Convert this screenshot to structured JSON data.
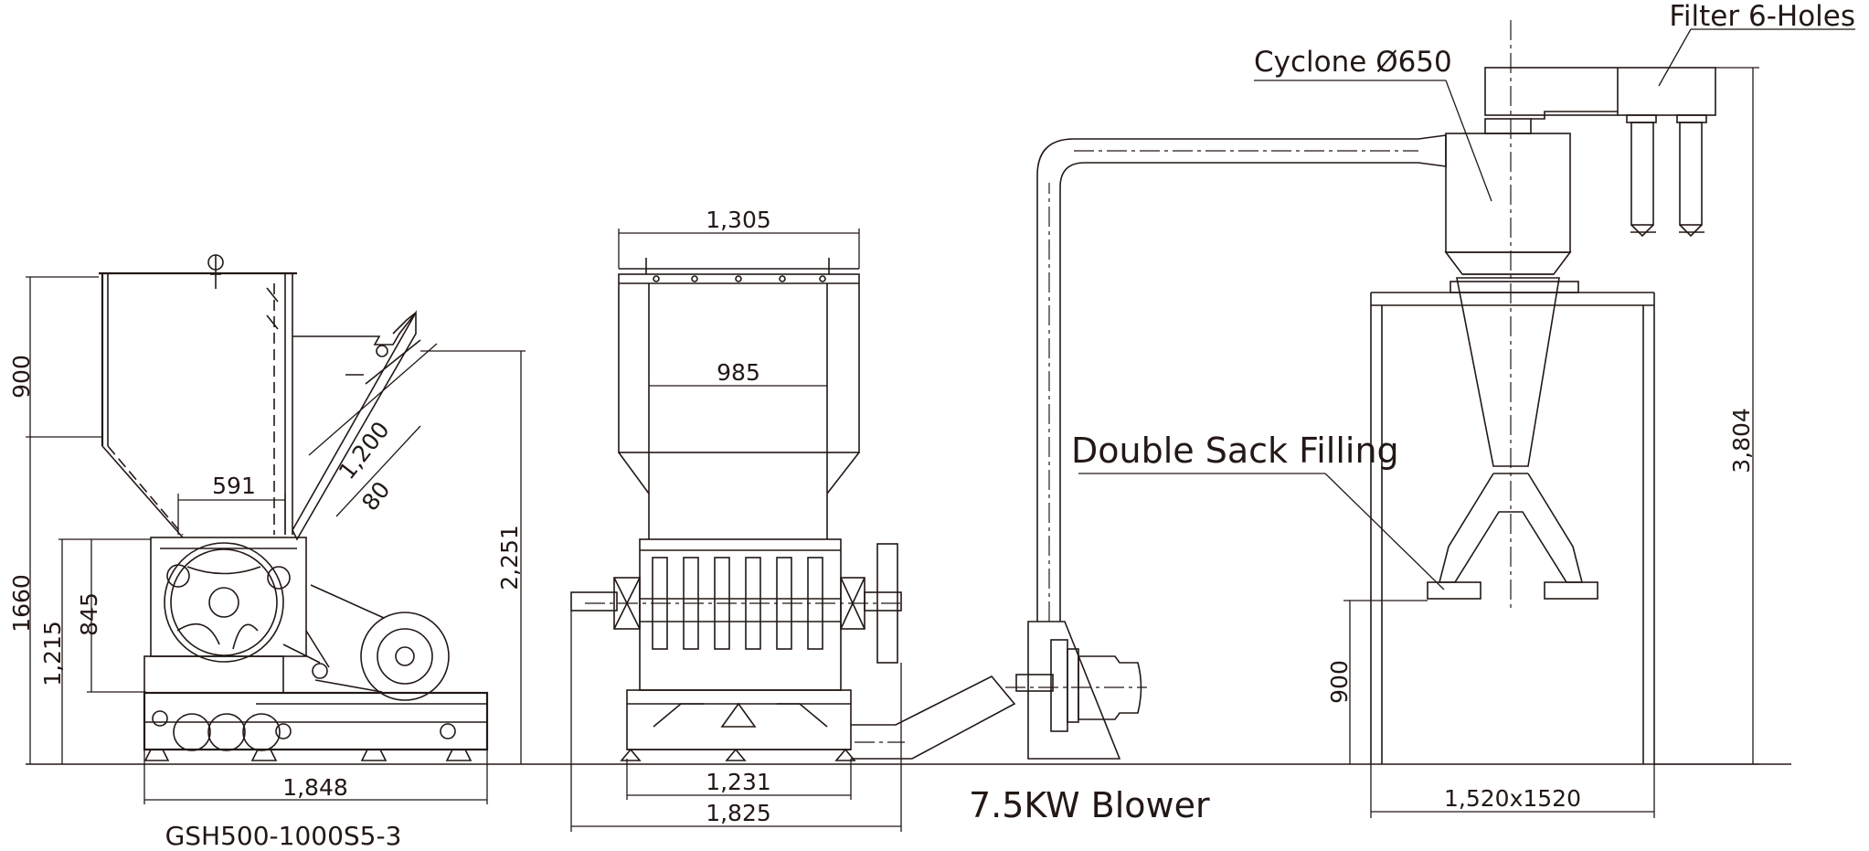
{
  "title": "GSH500-1000S5-3",
  "labels": {
    "filter": "Filter 6-Holes",
    "cyclone": "Cyclone Ø650",
    "sack": "Double Sack Filling",
    "blower": "7.5KW Blower"
  },
  "dimensions": {
    "side_900": "900",
    "side_1660": "1660",
    "side_1215": "1,215",
    "side_845": "845",
    "side_591": "591",
    "side_1200": "1,200",
    "side_80": "80",
    "side_2251": "2,251",
    "side_1848": "1,848",
    "front_1305": "1,305",
    "front_985": "985",
    "front_1231": "1,231",
    "front_1825": "1,825",
    "cyclone_3804": "3,804",
    "cyclone_900": "900",
    "cyclone_base": "1,520x1520"
  }
}
